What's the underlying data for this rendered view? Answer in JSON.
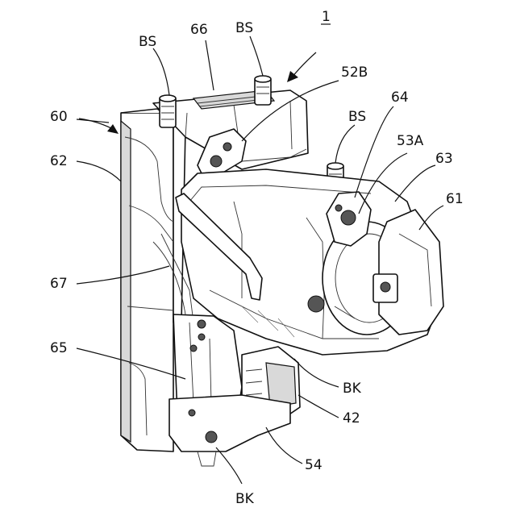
{
  "figure_number": "1",
  "labels": {
    "l1": "1",
    "l60": "60",
    "l62": "62",
    "l67": "67",
    "l65": "65",
    "l66": "66",
    "l52b": "52B",
    "l64": "64",
    "l53a": "53A",
    "l63": "63",
    "l61": "61",
    "l42": "42",
    "l54": "54",
    "bs1": "BS",
    "bs2": "BS",
    "bs3": "BS",
    "bk1": "BK",
    "bk2": "BK"
  }
}
